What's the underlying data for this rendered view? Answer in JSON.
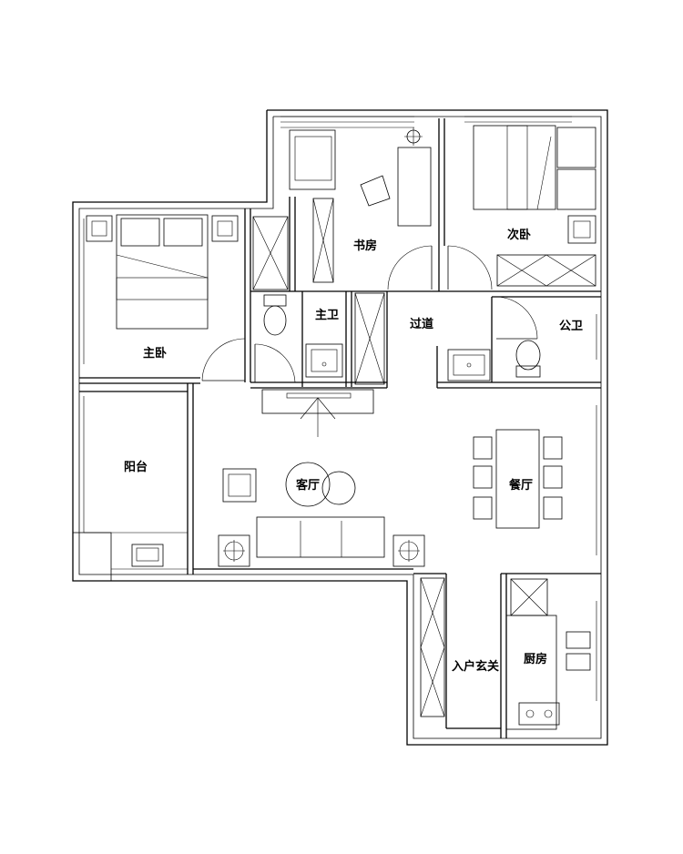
{
  "rooms": {
    "study": "书房",
    "second_bedroom": "次卧",
    "master_bedroom": "主卧",
    "master_bath": "主卫",
    "corridor": "过道",
    "public_bath": "公卫",
    "balcony": "阳台",
    "living_room": "客厅",
    "dining_room": "餐厅",
    "entrance": "入户玄关",
    "kitchen": "厨房"
  },
  "icons": [
    "bed-icon",
    "door-swing-icon",
    "toilet-icon",
    "sink-icon",
    "wardrobe-icon",
    "sofa-icon",
    "armchair-icon",
    "dining-table-icon",
    "stove-icon",
    "fridge-icon",
    "desk-icon",
    "nightstand-icon",
    "tv-unit-icon"
  ]
}
